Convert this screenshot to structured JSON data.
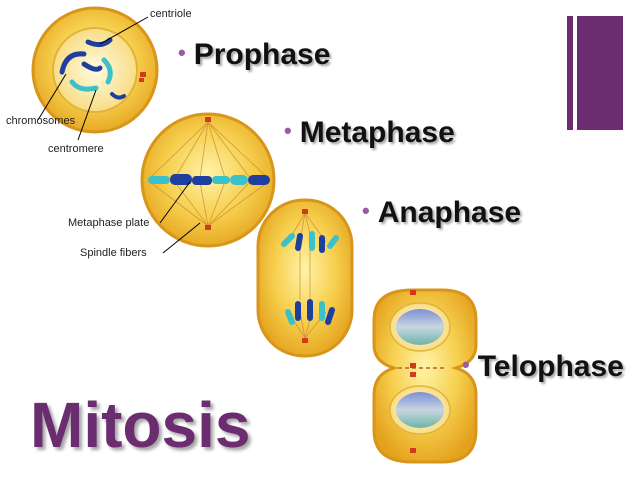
{
  "title": "Mitosis",
  "phases": [
    {
      "name": "Prophase"
    },
    {
      "name": "Metaphase"
    },
    {
      "name": "Anaphase"
    },
    {
      "name": "Telophase"
    }
  ],
  "bullet_glyph": "•",
  "annotations": {
    "centriole": "centriole",
    "chromosomes": "chromosomes",
    "centromere": "centromere",
    "metaphase_plate": "Metaphase plate",
    "spindle_fibers": "Spindle fibers"
  },
  "colors": {
    "accent_purple": "#6b2d6f",
    "bullet_purple": "#9b5ba6",
    "cell_fill": "#f3c542",
    "cell_rim": "#e0a21e",
    "chromosome_dark": "#1f3f9e",
    "chromosome_light": "#3ac1c9"
  }
}
